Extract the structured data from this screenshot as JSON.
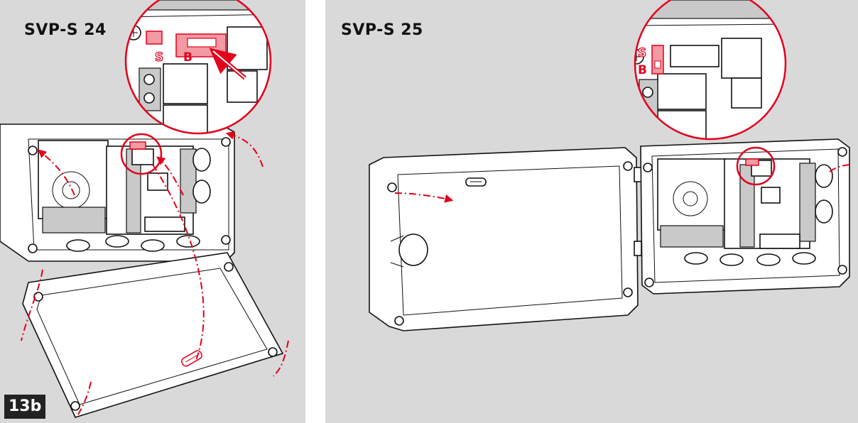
{
  "figure": {
    "label": "13b",
    "left": {
      "title": "SVP-S 24",
      "switch_labels": {
        "s": "S",
        "b": "B"
      }
    },
    "right": {
      "title": "SVP-S 25",
      "switch_labels": {
        "s": "S",
        "b": "B"
      }
    }
  },
  "colors": {
    "panel_background": "#d9d9d9",
    "highlight": "#e3001b",
    "highlight_fill": "#f39aa3",
    "outline": "#111111",
    "label_background": "#222222"
  },
  "icons": [
    "screw-icon",
    "dip-switch-icon",
    "fuse-icon",
    "curved-arrow-icon"
  ]
}
